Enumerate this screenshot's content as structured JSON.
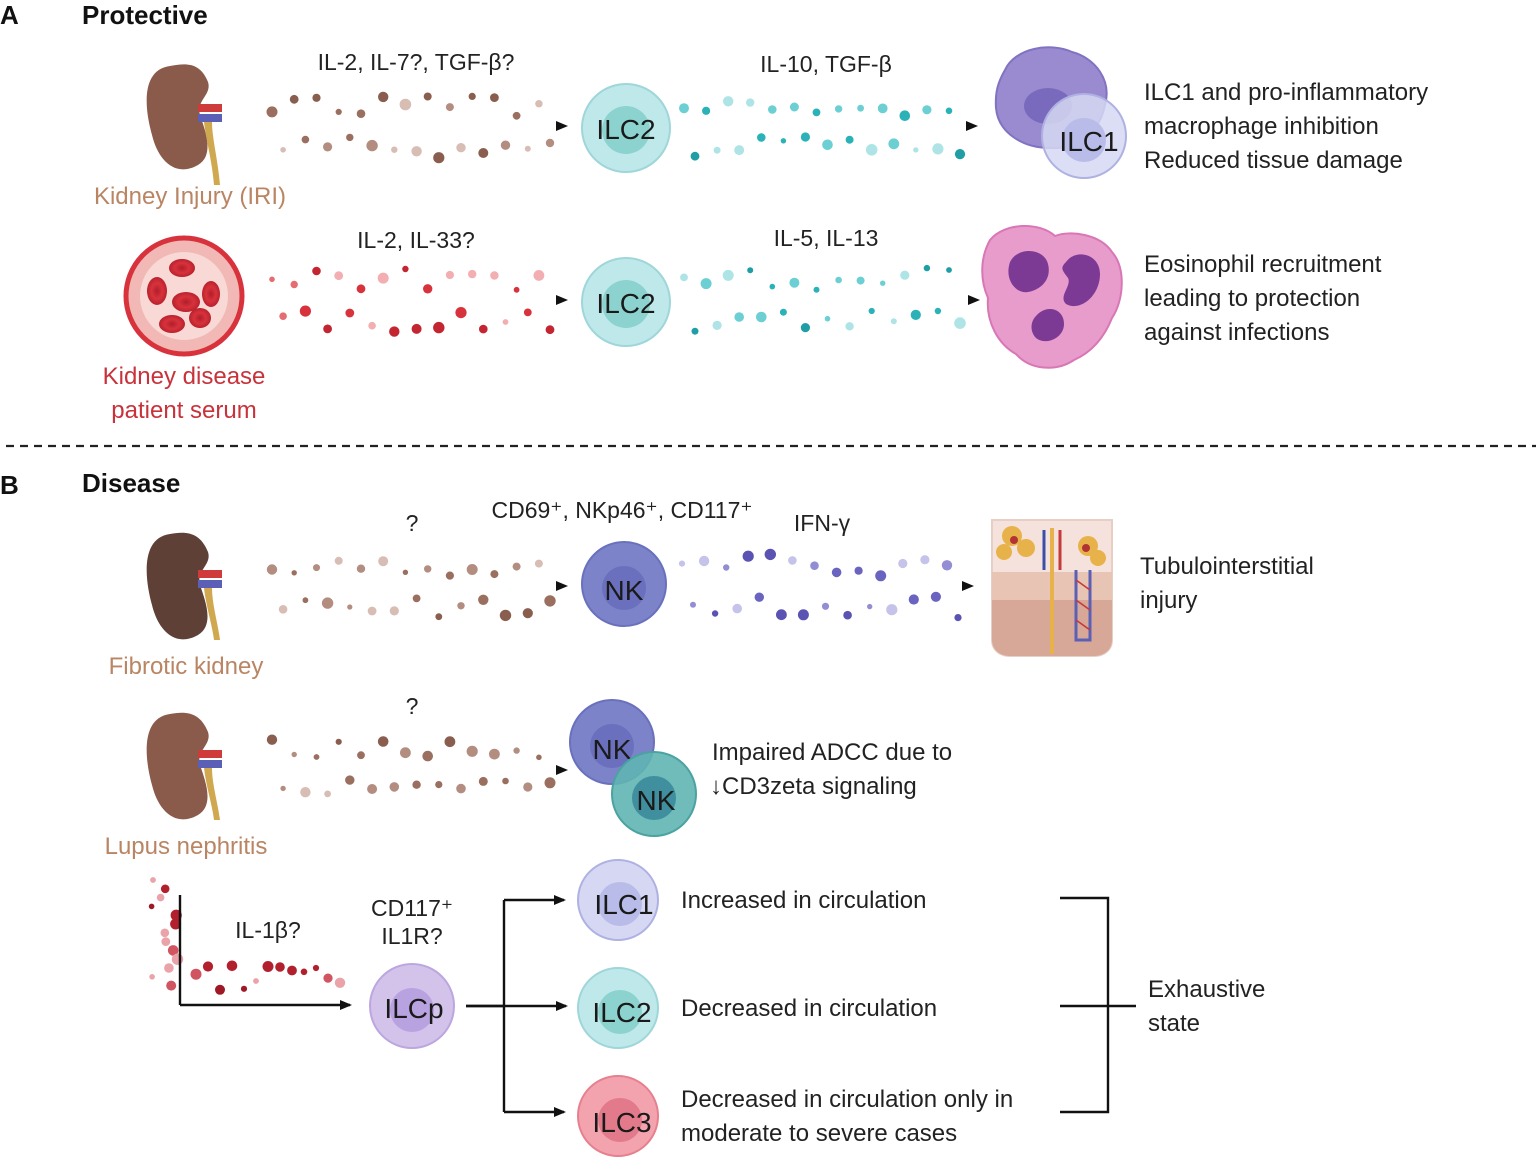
{
  "panel_a": {
    "letter": "A",
    "title": "Protective",
    "row1": {
      "source_label": "Kidney Injury (IRI)",
      "input_cytokines": "IL-2, IL-7?, TGF-β?",
      "cell": "ILC2",
      "output_cytokines": "IL-10, TGF-β",
      "target_cell": "ILC1",
      "outcome_lines": [
        "ILC1 and pro-inflammatory",
        "macrophage inhibition",
        "Reduced tissue damage"
      ]
    },
    "row2": {
      "source_label_lines": [
        "Kidney disease",
        "patient serum"
      ],
      "input_cytokines": "IL-2, IL-33?",
      "cell": "ILC2",
      "output_cytokines": "IL-5, IL-13",
      "outcome_lines": [
        "Eosinophil recruitment",
        "leading to protection",
        "against infections"
      ]
    }
  },
  "panel_b": {
    "letter": "B",
    "title": "Disease",
    "row1": {
      "source_label": "Fibrotic kidney",
      "input_cytokines": "?",
      "markers": "CD69⁺, NKp46⁺, CD117⁺",
      "cell": "NK",
      "output_cytokines": "IFN-γ",
      "outcome_lines": [
        "Tubulointerstitial",
        "injury"
      ]
    },
    "row2": {
      "source_label": "Lupus nephritis",
      "input_cytokines": "?",
      "cell_a": "NK",
      "cell_b": "NK",
      "outcome_lines": [
        "Impaired ADCC due to",
        "↓CD3zeta signaling"
      ]
    },
    "row3": {
      "input_cytokines": "IL-1β?",
      "markers_lines": [
        "CD117⁺",
        "IL1R?"
      ],
      "progenitor": "ILCp",
      "branches": [
        {
          "cell": "ILC1",
          "lines": [
            "Increased in circulation"
          ]
        },
        {
          "cell": "ILC2",
          "lines": [
            "Decreased in circulation"
          ]
        },
        {
          "cell": "ILC3",
          "lines": [
            "Decreased in circulation only in",
            "moderate to severe cases"
          ]
        }
      ],
      "summary_lines": [
        "Exhaustive",
        "state"
      ]
    }
  },
  "colors": {
    "kidney": "#8a5a4a",
    "fibrotic_kidney": "#5e4036",
    "brown_text": "#b98563",
    "red_text": "#c8323a",
    "ilc2": "#bfe8ea",
    "ilc1": "#c6c8ec",
    "ilc3": "#f2a3ae",
    "ilcp": "#d3c3ea",
    "nk": "#7d83c9",
    "eosinophil": "#e79ccb",
    "teal_dot": "#2bb2b9",
    "purple_dot": "#6a63c0",
    "brown_dot": "#9a6f5f",
    "red_dot": "#d8323c"
  }
}
